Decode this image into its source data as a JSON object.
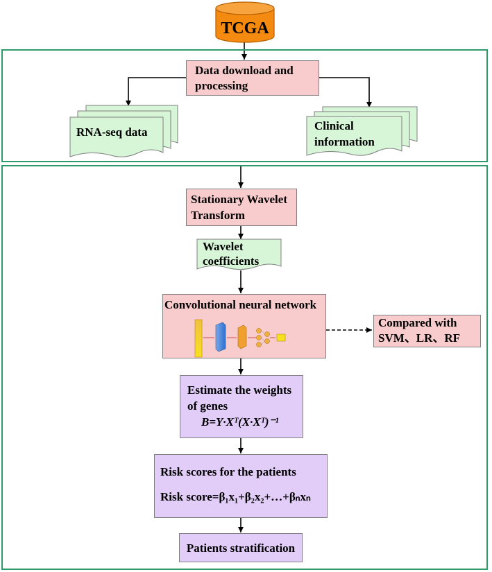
{
  "top": {
    "source": "TCGA"
  },
  "section1": {
    "download": [
      "Data download and",
      "processing"
    ],
    "rnaseq": "RNA-seq  data",
    "clinical": [
      "Clinical",
      "information"
    ]
  },
  "section2": {
    "swt": [
      "Stationary Wavelet",
      "Transform"
    ],
    "wavelet": [
      "Wavelet",
      "coefficients"
    ],
    "cnn": "Convolutional neural network",
    "compare": [
      "Compared with",
      "SVM、LR、RF"
    ],
    "estimate": [
      "Estimate the weights",
      "of genes"
    ],
    "formula_weights": "B=Y·Xᵀ(X·Xᵀ)⁻¹",
    "risk_title": "Risk scores for the patients",
    "risk_formula": "Risk score=β₁x₁+β₂x₂+…+βₙxₙ",
    "stratification": "Patients stratification"
  },
  "colors": {
    "frame": "#2e9a6a",
    "pink": "#f8cccc",
    "purple": "#e1cdf7",
    "green": "#d7f5d7",
    "cylinder": "#f58a10"
  }
}
